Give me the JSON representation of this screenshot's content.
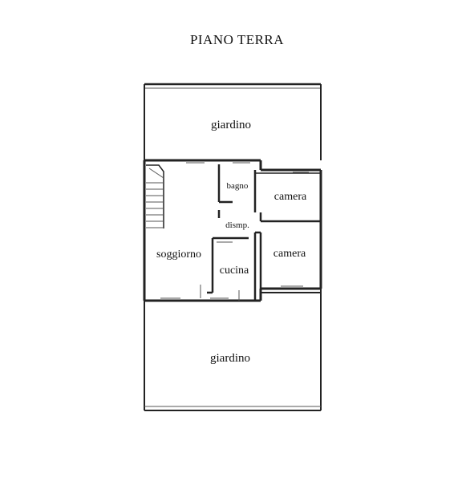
{
  "title": "PIANO TERRA",
  "rooms": {
    "garden_top": "giardino",
    "bathroom": "bagno",
    "bedroom_1": "camera",
    "hallway": "dismp.",
    "living_room": "soggiorno",
    "bedroom_2": "camera",
    "kitchen": "cucina",
    "garden_bottom": "giardino"
  },
  "colors": {
    "wall": "#222222",
    "background": "#ffffff"
  }
}
